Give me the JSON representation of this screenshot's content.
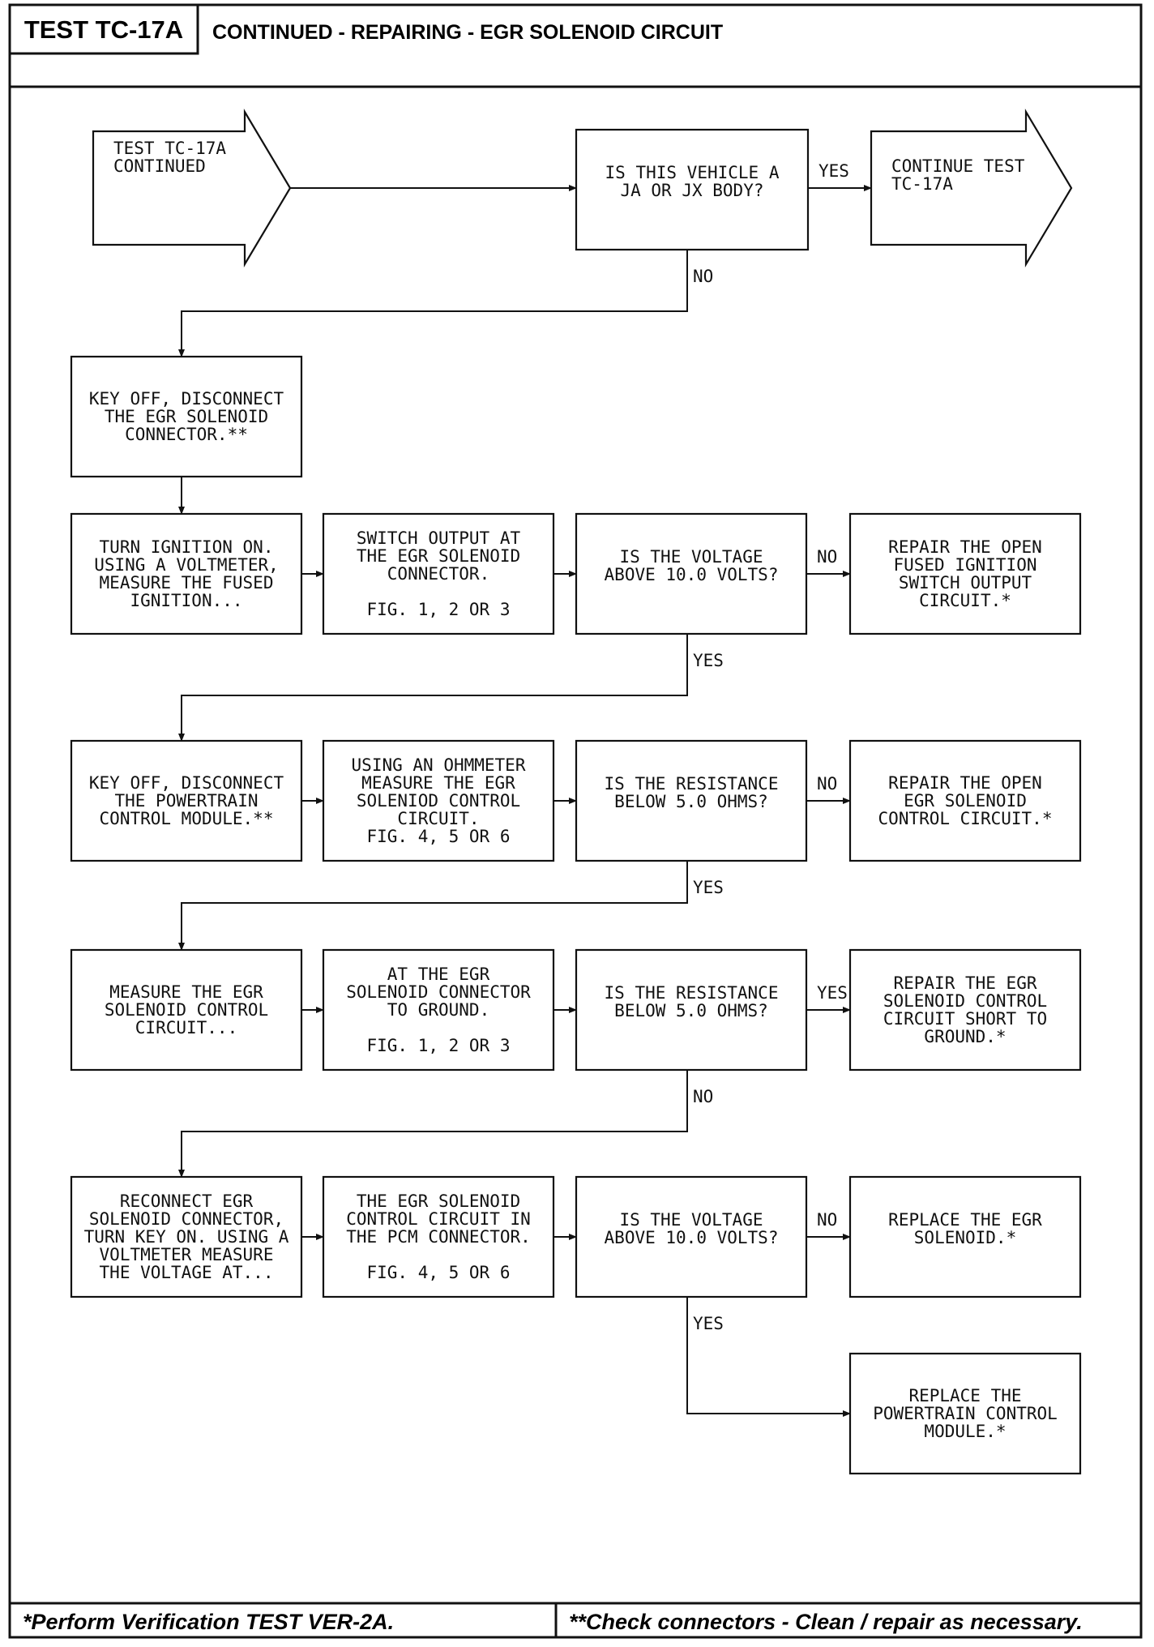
{
  "header": {
    "test_id": "TEST TC-17A",
    "title": "CONTINUED - REPAIRING - EGR SOLENOID CIRCUIT"
  },
  "footer": {
    "left": "*Perform Verification TEST VER-2A.",
    "right": "**Check connectors - Clean / repair as necessary."
  },
  "labels": {
    "yes": "YES",
    "no": "NO"
  },
  "nodes": {
    "start": [
      "TEST TC-17A",
      "CONTINUED"
    ],
    "q_body": [
      "IS THIS VEHICLE A",
      "JA OR JX BODY?"
    ],
    "cont": [
      "CONTINUE TEST",
      "TC-17A"
    ],
    "k1": [
      "KEY OFF, DISCONNECT",
      "THE EGR SOLENOID",
      "CONNECTOR.**"
    ],
    "r2a": [
      "TURN IGNITION ON.",
      "USING A VOLTMETER,",
      "MEASURE THE FUSED",
      "IGNITION..."
    ],
    "r2b": [
      "SWITCH OUTPUT AT",
      "THE EGR SOLENOID",
      "CONNECTOR.",
      "",
      "FIG. 1, 2 OR 3"
    ],
    "r2q": [
      "IS THE VOLTAGE",
      "ABOVE 10.0 VOLTS?"
    ],
    "r2r": [
      "REPAIR THE OPEN",
      "FUSED IGNITION",
      "SWITCH OUTPUT",
      "CIRCUIT.*"
    ],
    "r3a": [
      "KEY OFF, DISCONNECT",
      "THE POWERTRAIN",
      "CONTROL MODULE.**"
    ],
    "r3b": [
      "USING AN OHMMETER",
      "MEASURE THE EGR",
      "SOLENIOD CONTROL",
      "CIRCUIT.",
      "FIG. 4, 5 OR 6"
    ],
    "r3q": [
      "IS THE RESISTANCE",
      "BELOW 5.0 OHMS?"
    ],
    "r3r": [
      "REPAIR THE OPEN",
      "EGR SOLENOID",
      "CONTROL CIRCUIT.*"
    ],
    "r4a": [
      "MEASURE THE EGR",
      "SOLENOID CONTROL",
      "CIRCUIT..."
    ],
    "r4b": [
      "AT THE EGR",
      "SOLENOID CONNECTOR",
      "TO GROUND.",
      "",
      "FIG. 1, 2 OR 3"
    ],
    "r4q": [
      "IS THE RESISTANCE",
      "BELOW 5.0 OHMS?"
    ],
    "r4r": [
      "REPAIR THE EGR",
      "SOLENOID CONTROL",
      "CIRCUIT SHORT TO",
      "GROUND.*"
    ],
    "r5a": [
      "RECONNECT EGR",
      "SOLENOID CONNECTOR,",
      "TURN KEY ON. USING A",
      "VOLTMETER MEASURE",
      "THE VOLTAGE AT..."
    ],
    "r5b": [
      "THE EGR SOLENOID",
      "CONTROL CIRCUIT IN",
      "THE PCM CONNECTOR.",
      "",
      "FIG. 4, 5 OR 6"
    ],
    "r5q": [
      "IS THE VOLTAGE",
      "ABOVE 10.0 VOLTS?"
    ],
    "r5r": [
      "REPLACE THE EGR",
      "SOLENOID.*"
    ],
    "r6r": [
      "REPLACE THE",
      "POWERTRAIN CONTROL",
      "MODULE.*"
    ]
  }
}
